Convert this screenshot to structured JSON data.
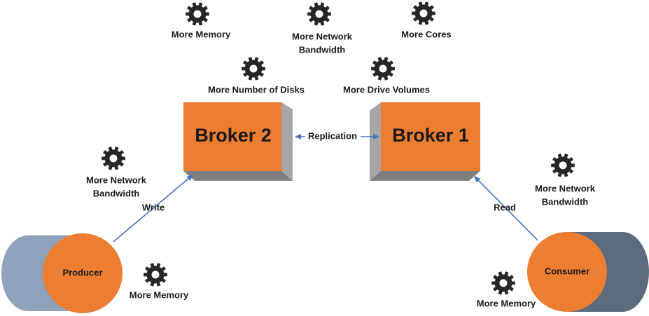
{
  "colors": {
    "orange": "#ED7D31",
    "box_side": "#A6A6A6",
    "box_bottom": "#7F7F7F",
    "producer_tube": "#8EA2BC",
    "consumer_tube": "#5C6B7E",
    "arrow": "#4472C4",
    "gear": "#262626"
  },
  "brokers": [
    {
      "id": "broker-2",
      "label": "Broker 2"
    },
    {
      "id": "broker-1",
      "label": "Broker 1"
    }
  ],
  "connections": {
    "replication": "Replication",
    "write": "Write",
    "read": "Read"
  },
  "clients": {
    "producer": "Producer",
    "consumer": "Consumer"
  },
  "resources": {
    "top_more_memory": {
      "icon": "gear-icon",
      "lines": [
        "More Memory"
      ]
    },
    "top_network": {
      "icon": "gear-icon",
      "lines": [
        "More Network",
        "Bandwidth"
      ]
    },
    "top_cores": {
      "icon": "gear-icon",
      "lines": [
        "More Cores"
      ]
    },
    "disks": {
      "icon": "gear-icon",
      "lines": [
        "More Number of Disks"
      ]
    },
    "drive_volumes": {
      "icon": "gear-icon",
      "lines": [
        "More Drive Volumes"
      ]
    },
    "producer_network": {
      "icon": "gear-icon",
      "lines": [
        "More Network",
        "Bandwidth"
      ]
    },
    "producer_memory": {
      "icon": "gear-icon",
      "lines": [
        "More  Memory"
      ]
    },
    "consumer_network": {
      "icon": "gear-icon",
      "lines": [
        "More Network",
        "Bandwidth"
      ]
    },
    "consumer_memory": {
      "icon": "gear-icon",
      "lines": [
        "More  Memory"
      ]
    }
  }
}
